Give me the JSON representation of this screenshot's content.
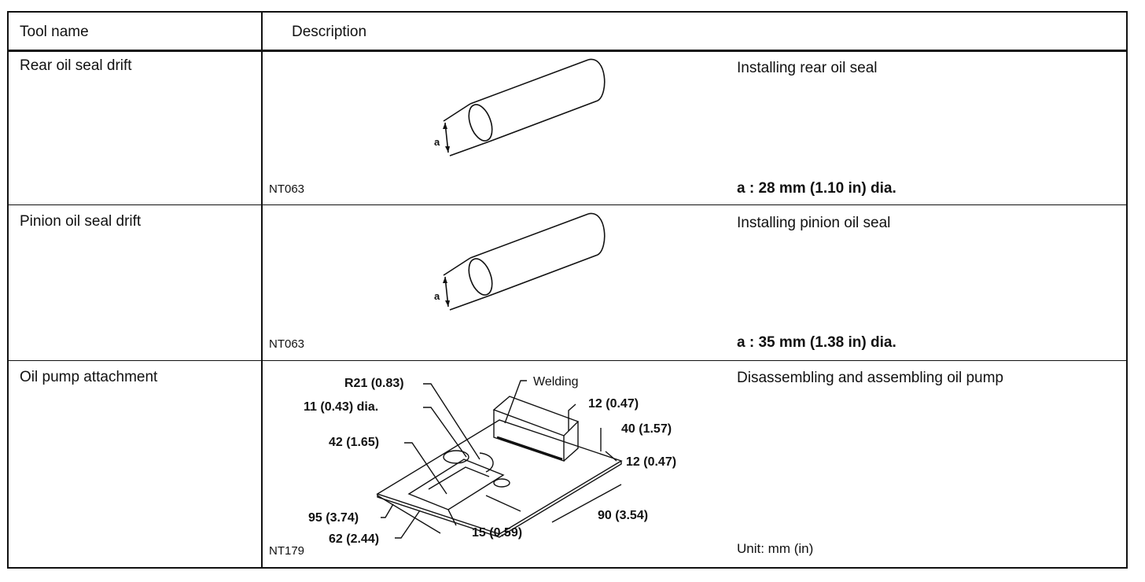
{
  "header": {
    "col_tool_name": "Tool name",
    "col_description": "Description"
  },
  "rows": [
    {
      "tool_name": "Rear oil seal drift",
      "figure_code": "NT063",
      "use": "Installing rear oil seal",
      "spec": "a : 28 mm (1.10 in) dia.",
      "figure_label": "a"
    },
    {
      "tool_name": "Pinion oil seal drift",
      "figure_code": "NT063",
      "use": "Installing pinion oil seal",
      "spec": "a : 35 mm (1.38 in) dia.",
      "figure_label": "a"
    },
    {
      "tool_name": "Oil pump attachment",
      "figure_code": "NT179",
      "use": "Disassembling and assembling oil pump",
      "spec": "Unit: mm (in)",
      "figure_labels": {
        "welding": "Welding",
        "r21": "R21 (0.83)",
        "hole": "11 (0.43) dia.",
        "d42": "42 (1.65)",
        "d95": "95 (3.74)",
        "d62": "62 (2.44)",
        "d15": "15 (0.59)",
        "d90": "90 (3.54)",
        "d12a": "12 (0.47)",
        "d40": "40 (1.57)",
        "d12b": "12 (0.47)"
      }
    }
  ]
}
